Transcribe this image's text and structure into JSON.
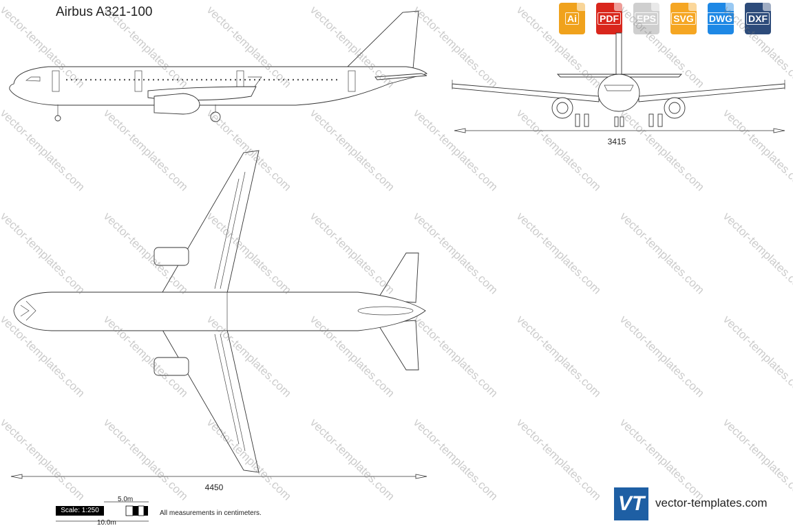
{
  "title": "Airbus A321-100",
  "formats": [
    {
      "label": "Ai",
      "color": "#f0a21c"
    },
    {
      "label": "PDF",
      "color": "#d9261c"
    },
    {
      "label": "EPS",
      "color": "#d7d7d7"
    },
    {
      "label": "SVG",
      "color": "#f5a623"
    },
    {
      "label": "DWG",
      "color": "#1e88e5"
    },
    {
      "label": "DXF",
      "color": "#2d4b7a"
    }
  ],
  "dimensions": {
    "front_span": "3415",
    "length": "4450"
  },
  "scale": {
    "label": "Scale: 1:250",
    "half": "5.0m",
    "full": "10.0m"
  },
  "note": "All measurements in centimeters.",
  "watermark": "vector-templates.com",
  "brand": {
    "logo": "VT",
    "site": "vector-templates.com"
  }
}
